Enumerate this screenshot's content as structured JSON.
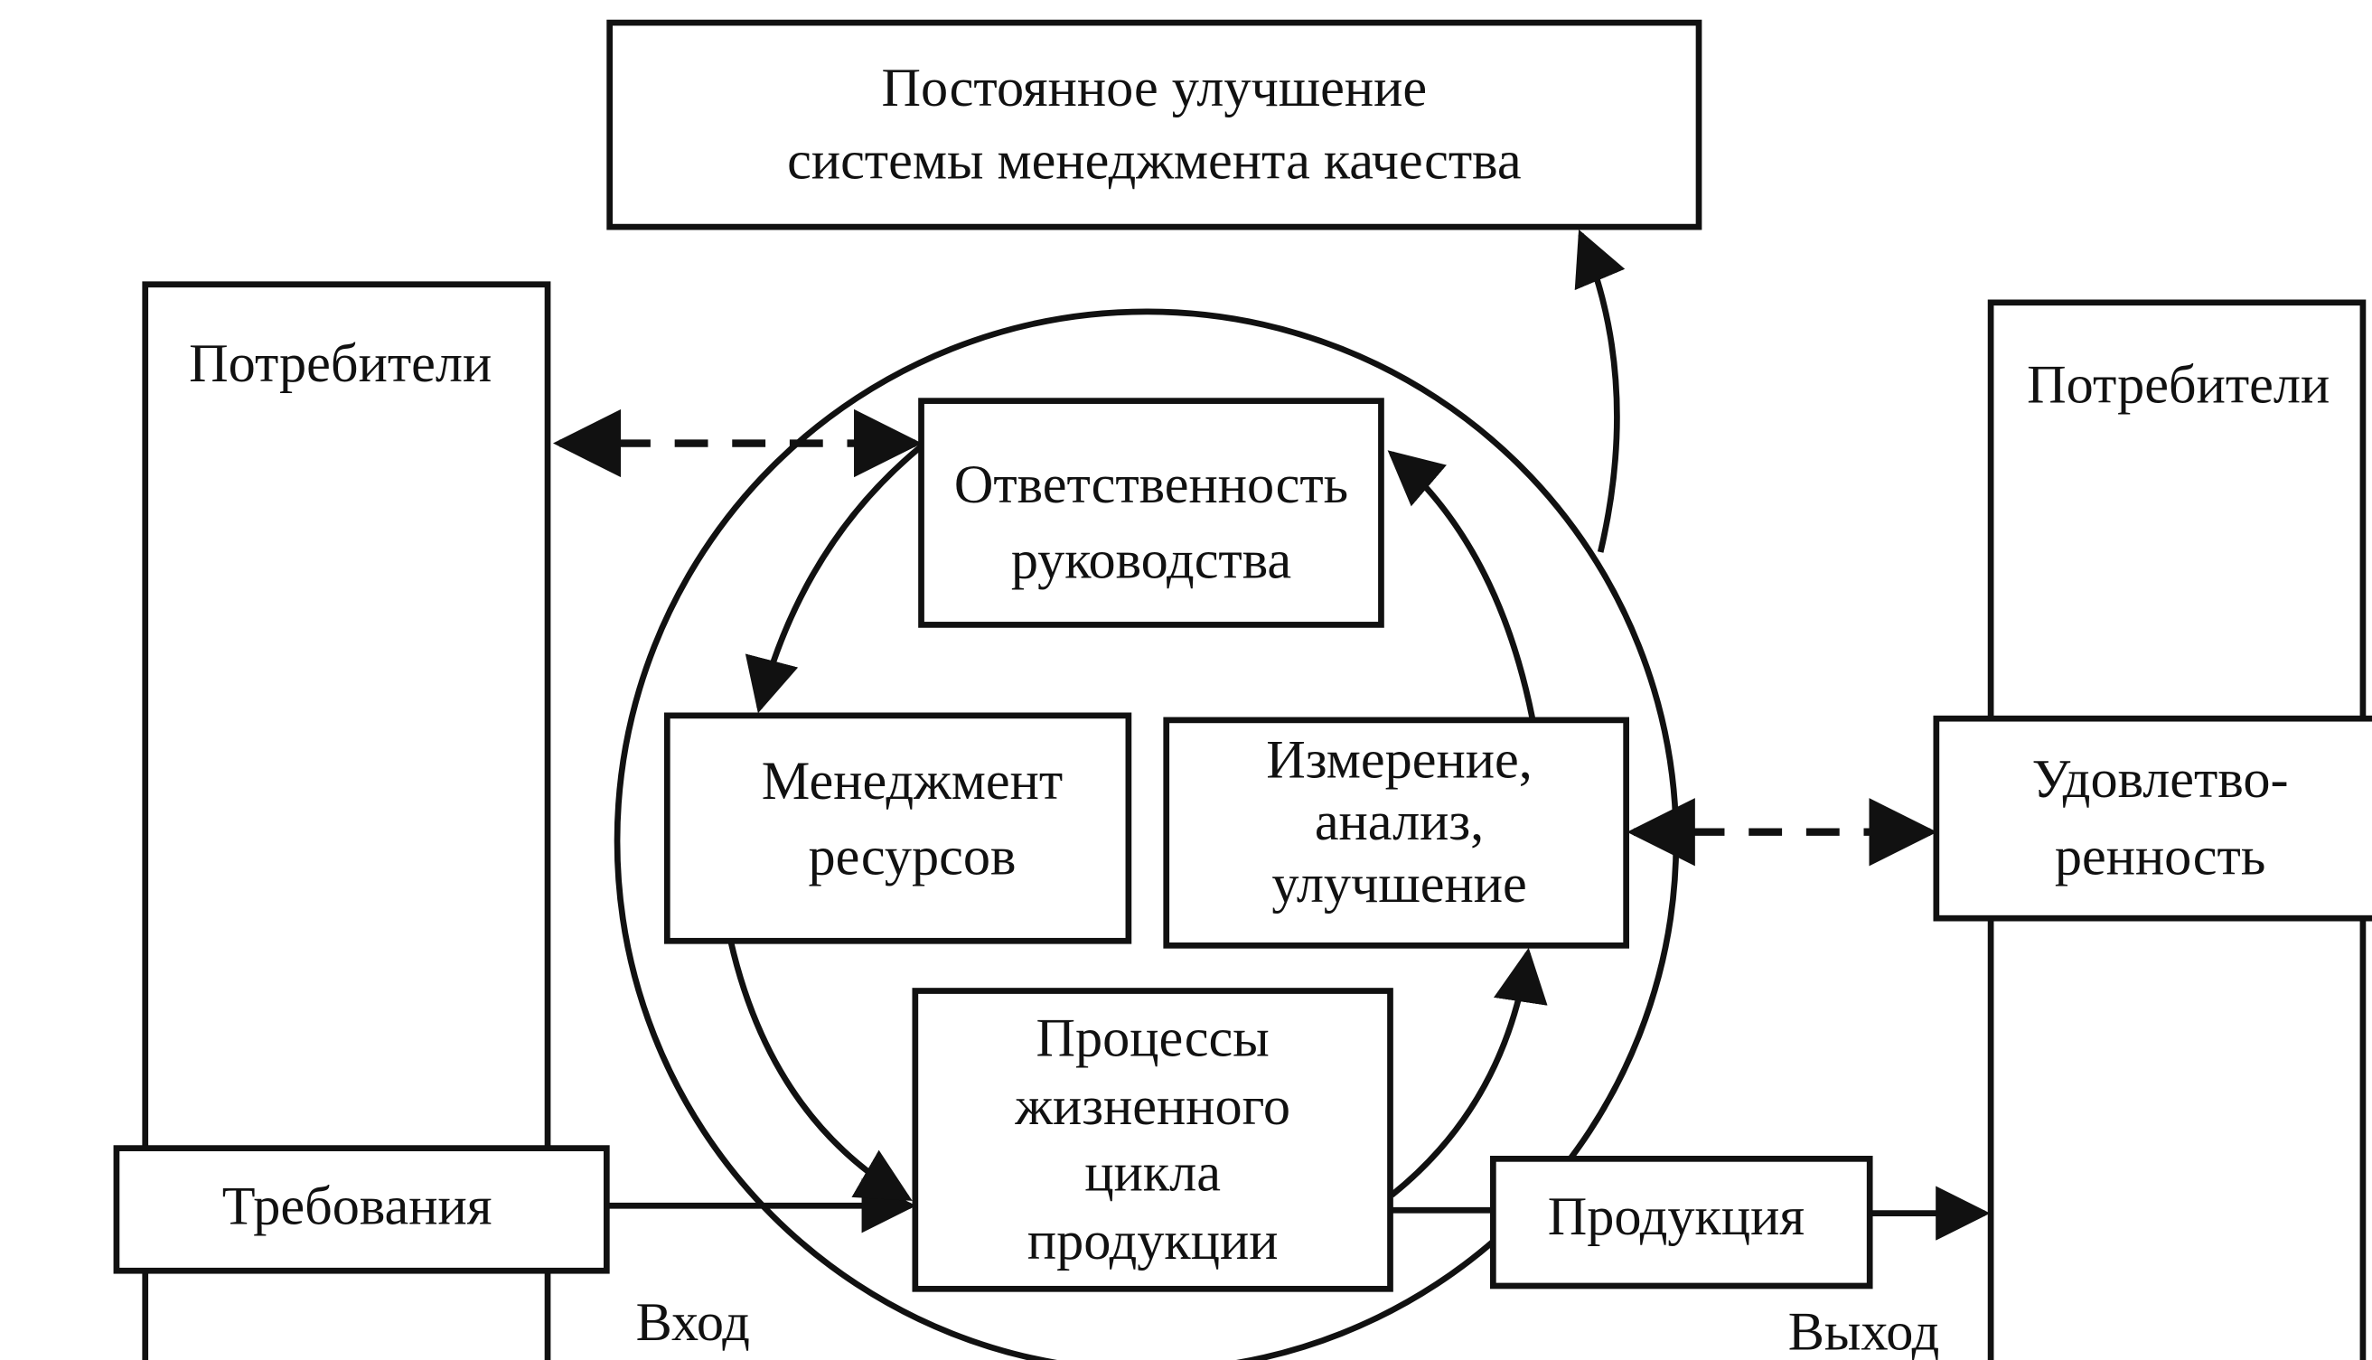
{
  "top_box": {
    "lines": [
      "Постоянное улучшение",
      "системы менеджмента качества"
    ]
  },
  "left_consumers": {
    "label": "Потребители"
  },
  "right_consumers": {
    "label": "Потребители"
  },
  "management_responsibility": {
    "lines": [
      "Ответственность",
      "руководства"
    ]
  },
  "resource_management": {
    "lines": [
      "Менеджмент",
      "ресурсов"
    ]
  },
  "measurement": {
    "lines": [
      "Измерение,",
      "анализ,",
      "улучшение"
    ]
  },
  "product_realization": {
    "lines": [
      "Процессы",
      "жизненного",
      "цикла",
      "продукции"
    ]
  },
  "requirements": {
    "label": "Требования"
  },
  "product": {
    "label": "Продукция"
  },
  "satisfaction": {
    "lines": [
      "Удовлетво-",
      "ренность"
    ]
  },
  "input_label": "Вход",
  "output_label": "Выход"
}
